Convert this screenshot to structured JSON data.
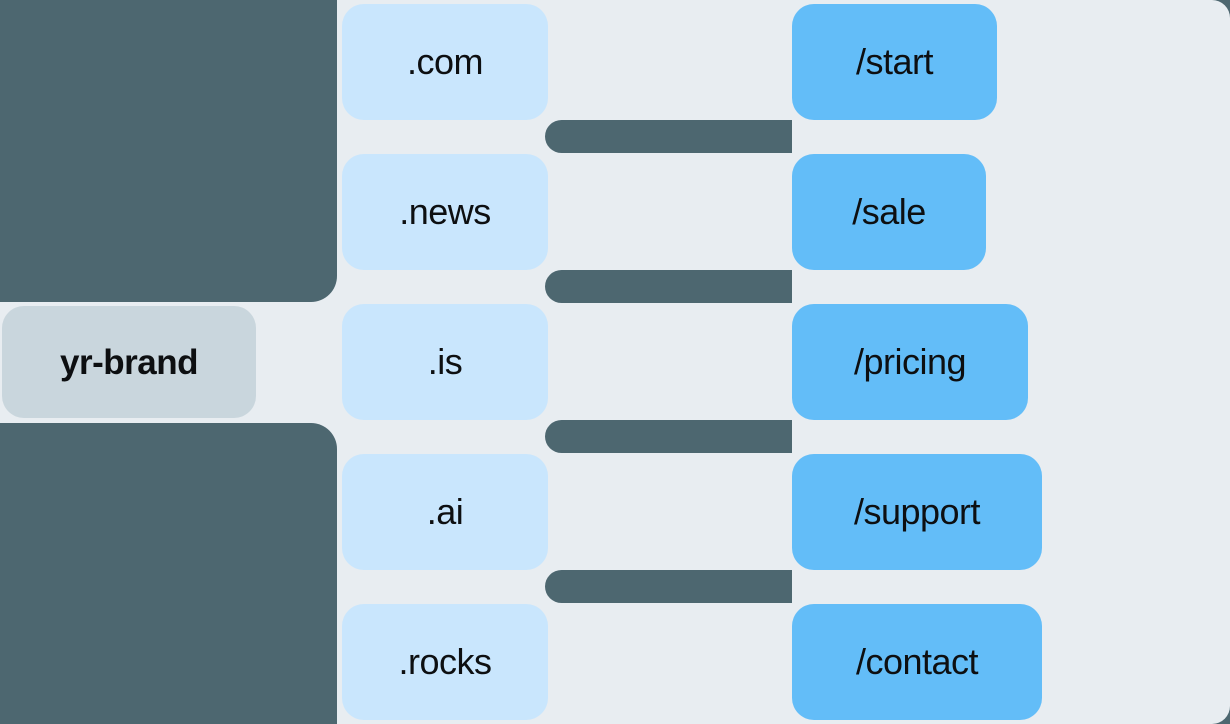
{
  "diagram": {
    "brand": "yr-brand",
    "tlds": [
      ".com",
      ".news",
      ".is",
      ".ai",
      ".rocks"
    ],
    "paths": [
      "/start",
      "/sale",
      "/pricing",
      "/support",
      "/contact"
    ],
    "colors": {
      "background_dark": "#4d6770",
      "panel_light": "#e8edf1",
      "tld_box": "#c9e6fd",
      "path_box": "#63bdf8",
      "brand_box": "#c9d6dd",
      "text": "#0d0f11"
    }
  }
}
